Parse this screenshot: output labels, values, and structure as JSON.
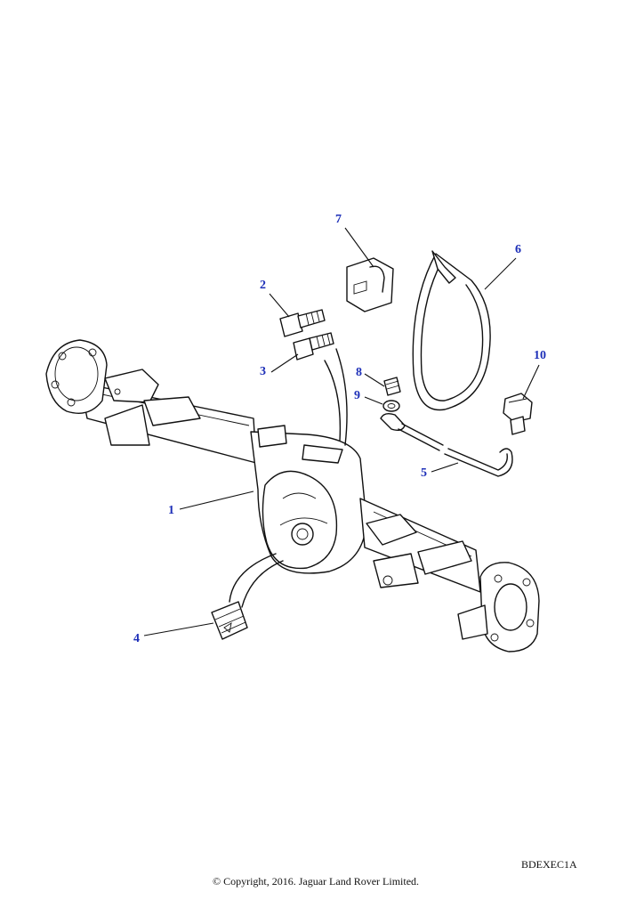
{
  "callouts": [
    {
      "id": "1",
      "label": "1"
    },
    {
      "id": "2",
      "label": "2"
    },
    {
      "id": "3",
      "label": "3"
    },
    {
      "id": "4",
      "label": "4"
    },
    {
      "id": "5",
      "label": "5"
    },
    {
      "id": "6",
      "label": "6"
    },
    {
      "id": "7",
      "label": "7"
    },
    {
      "id": "8",
      "label": "8"
    },
    {
      "id": "9",
      "label": "9"
    },
    {
      "id": "10",
      "label": "10"
    }
  ],
  "diagram_code": "BDEXEC1A",
  "copyright": "© Copyright, 2016. Jaguar Land Rover Limited.",
  "colors": {
    "callout": "#1d2fb8",
    "ink": "#111111",
    "background": "#ffffff"
  }
}
